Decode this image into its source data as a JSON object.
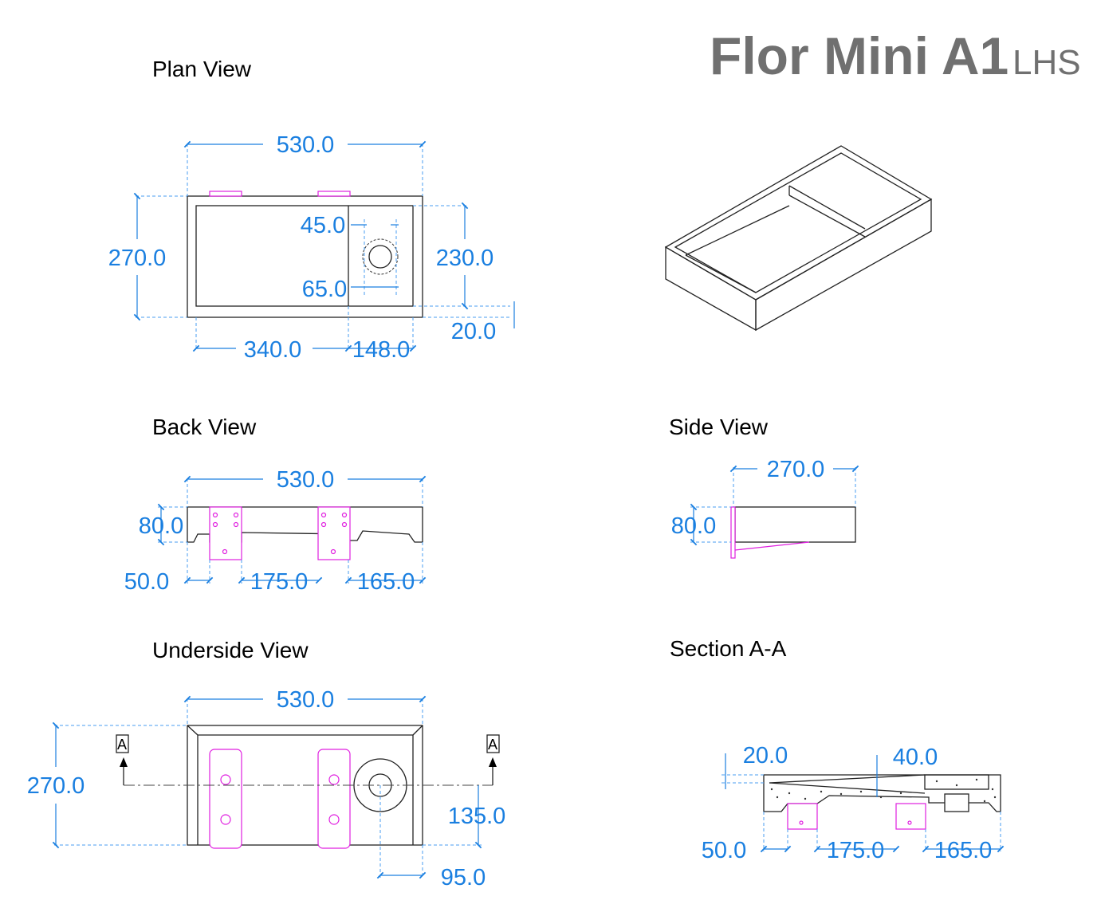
{
  "title": {
    "main": "Flor Mini A1",
    "variant": "LHS"
  },
  "plan_view": {
    "title": "Plan View",
    "dims": {
      "width": "530.0",
      "depth": "270.0",
      "waste_offset_top": "45.0",
      "waste_dia": "65.0",
      "inner_depth": "230.0",
      "rim": "20.0",
      "basin_len": "340.0",
      "shelf_len": "148.0"
    }
  },
  "back_view": {
    "title": "Back View",
    "dims": {
      "width": "530.0",
      "height": "80.0",
      "left_offset": "50.0",
      "bracket_spacing": "175.0",
      "right_offset": "165.0"
    }
  },
  "side_view": {
    "title": "Side View",
    "dims": {
      "depth": "270.0",
      "height": "80.0"
    }
  },
  "underside_view": {
    "title": "Underside View",
    "section_marker": "A",
    "dims": {
      "width": "530.0",
      "depth": "270.0",
      "waste_center_y": "135.0",
      "waste_center_x": "95.0"
    }
  },
  "section_aa": {
    "title": "Section A-A",
    "dims": {
      "thickness": "20.0",
      "shelf_height": "40.0",
      "left_offset": "50.0",
      "bracket_spacing": "175.0",
      "right_offset": "165.0"
    }
  }
}
